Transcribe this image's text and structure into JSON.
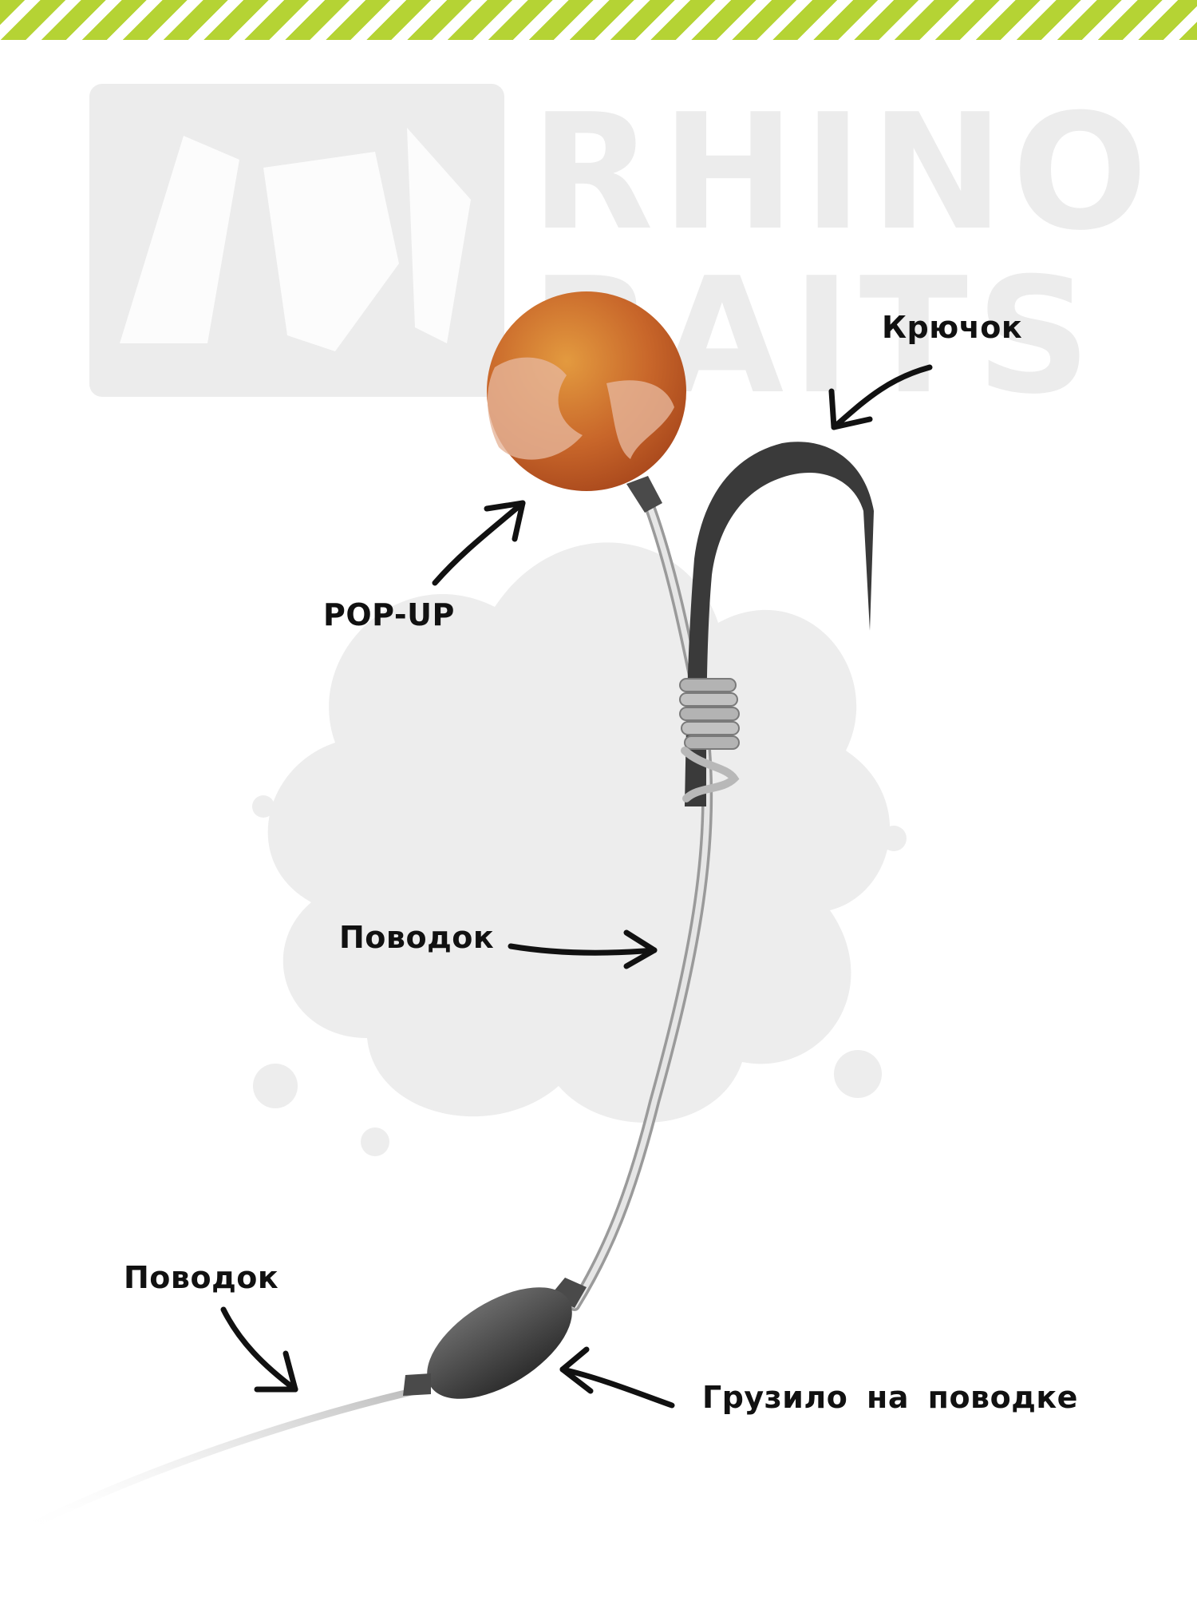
{
  "brand": {
    "watermark_text": [
      "RHINO",
      "BAITS"
    ],
    "accent_color": "#b5d334"
  },
  "labels": {
    "popup": "POP-UP",
    "hook": "Крючок",
    "leader_mid": "Поводок",
    "leader_low": "Поводок",
    "weight": "Грузило на поводке"
  },
  "colors": {
    "bait": "#c8662a",
    "hook": "#3a3a3a",
    "lead": "#4a4a4a",
    "line": "#c4c4c4",
    "watermark": "#ececec"
  }
}
